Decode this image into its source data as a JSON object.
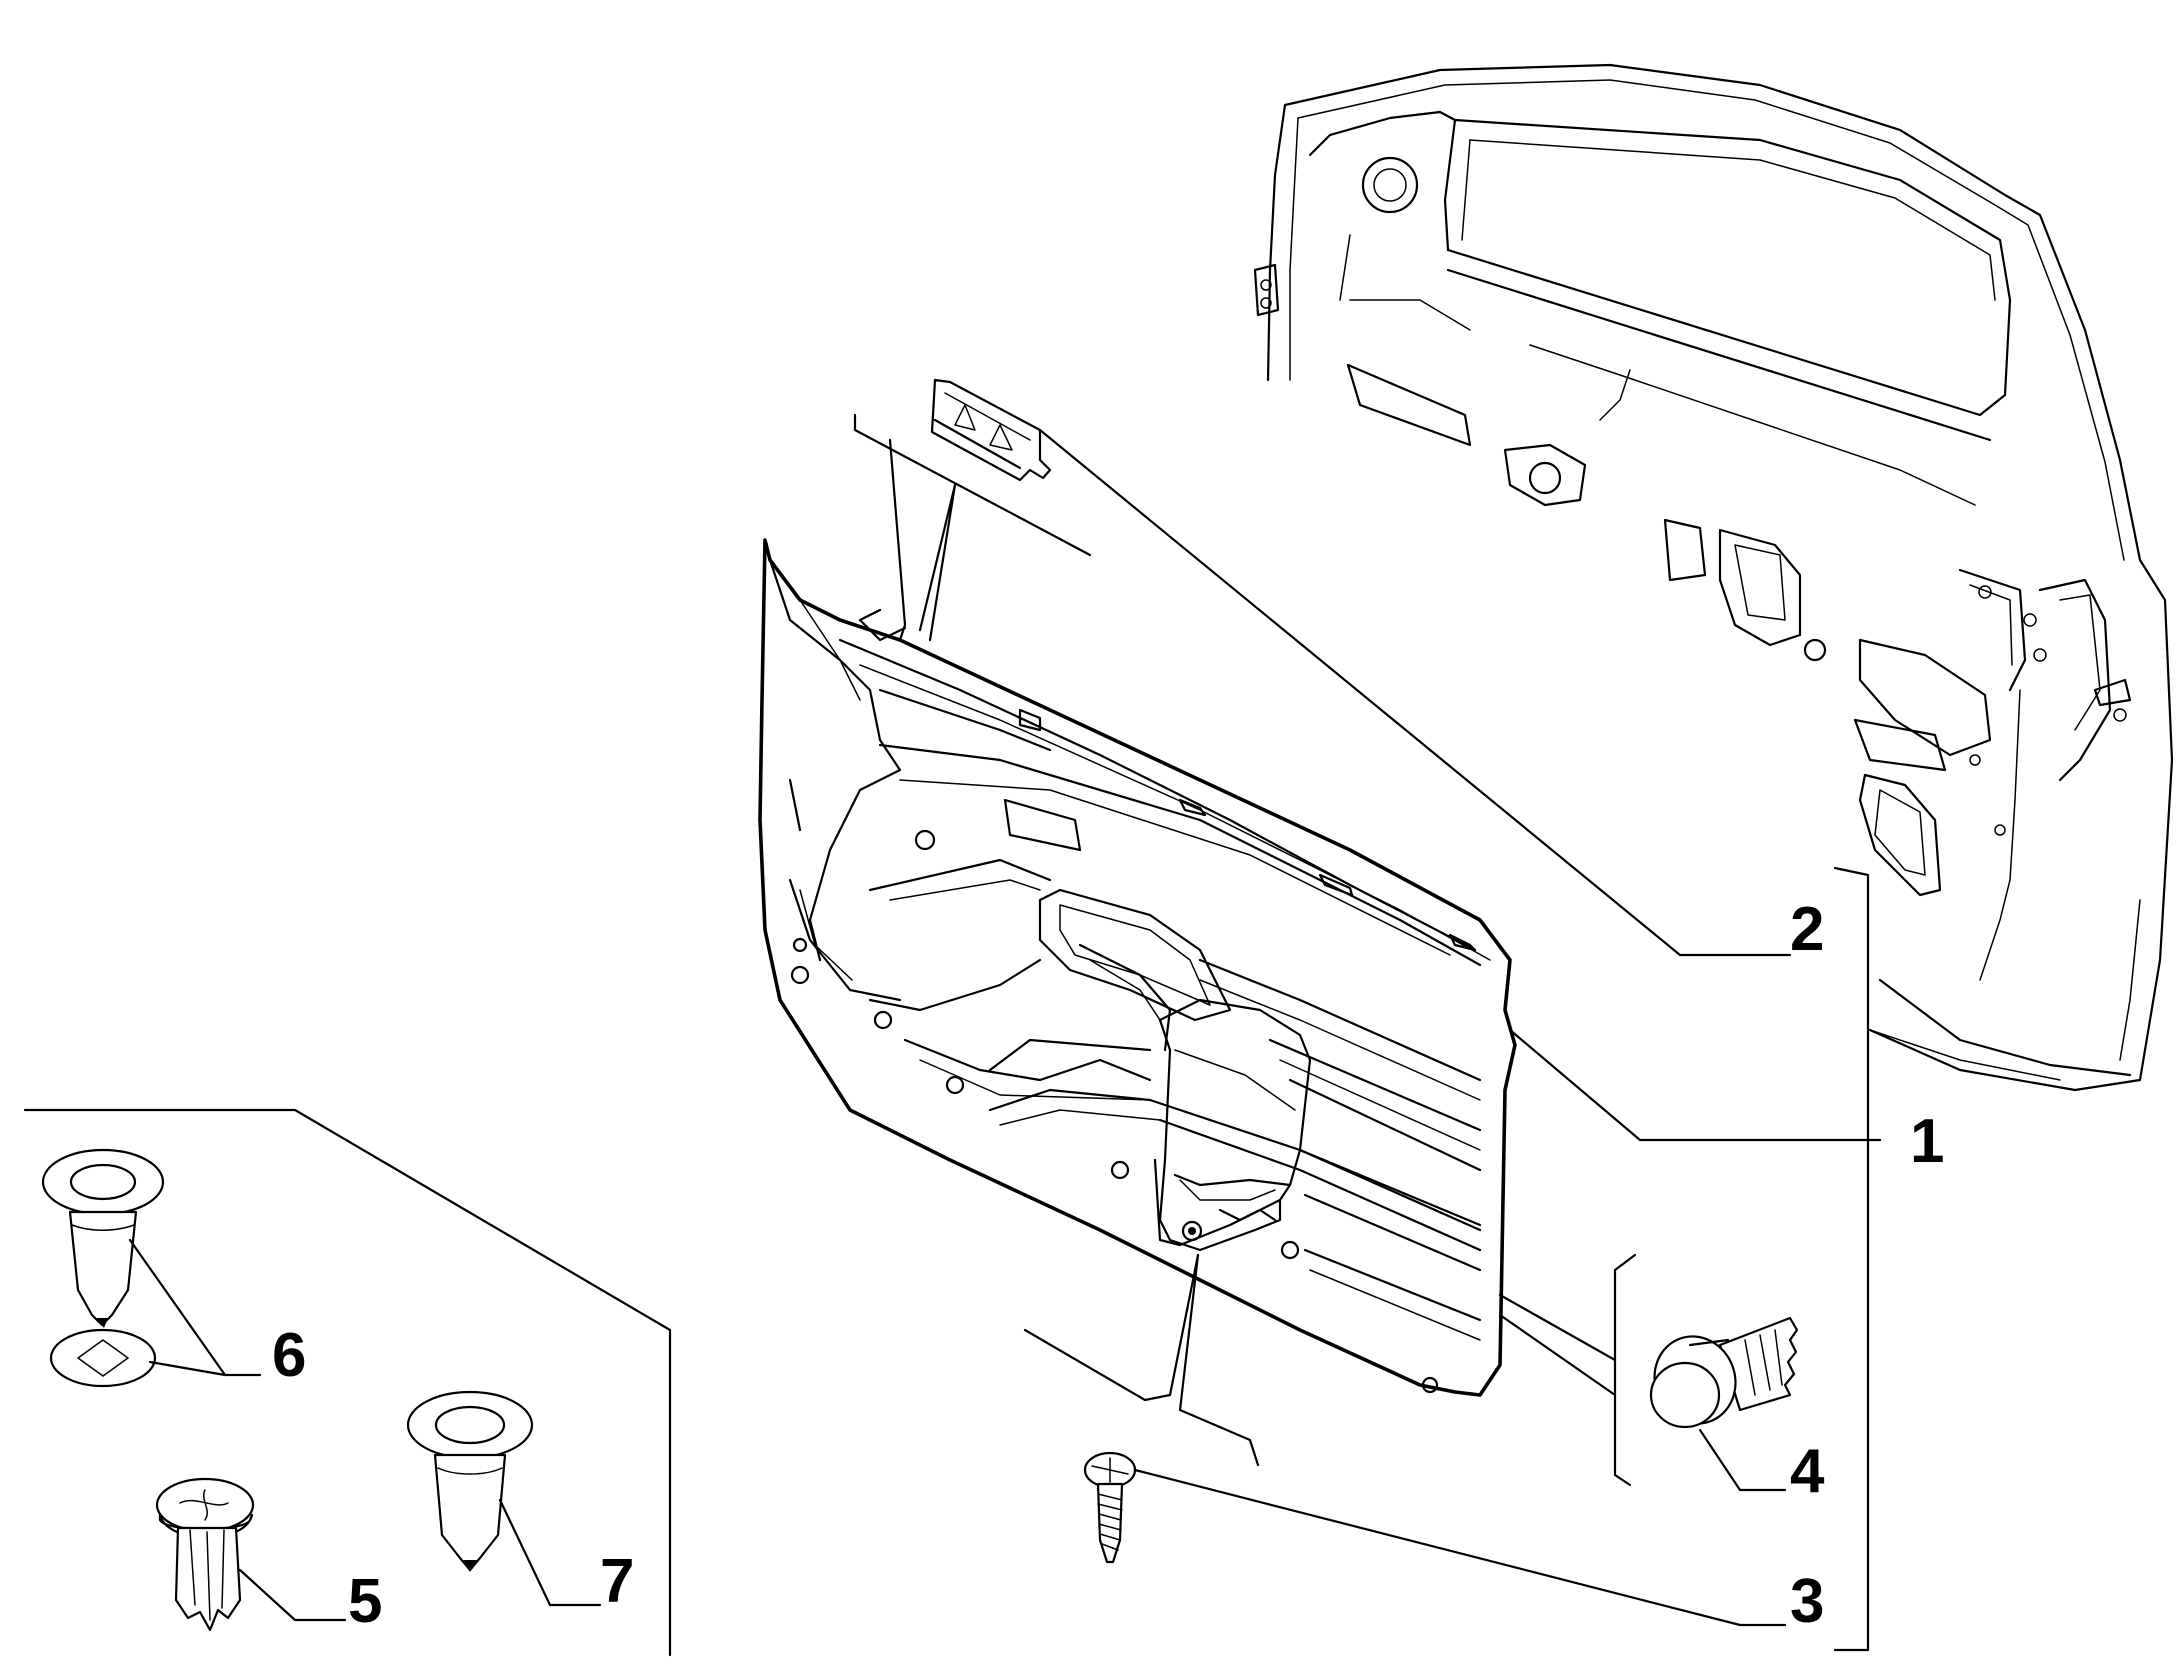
{
  "callouts": [
    {
      "id": "1",
      "text": "1"
    },
    {
      "id": "2",
      "text": "2"
    },
    {
      "id": "3",
      "text": "3"
    },
    {
      "id": "4",
      "text": "4"
    },
    {
      "id": "5",
      "text": "5"
    },
    {
      "id": "6",
      "text": "6"
    },
    {
      "id": "7",
      "text": "7"
    }
  ],
  "parts": [
    {
      "callout": "1",
      "depicts": "door-trim-panel"
    },
    {
      "callout": "2",
      "depicts": "clip-bracket"
    },
    {
      "callout": "3",
      "depicts": "self-tapping-screw"
    },
    {
      "callout": "4",
      "depicts": "push-fastener"
    },
    {
      "callout": "5",
      "depicts": "expansion-rivet"
    },
    {
      "callout": "6",
      "depicts": "clip-with-washer"
    },
    {
      "callout": "7",
      "depicts": "push-clip"
    }
  ],
  "line_color": "#000000",
  "background_color": "#ffffff"
}
